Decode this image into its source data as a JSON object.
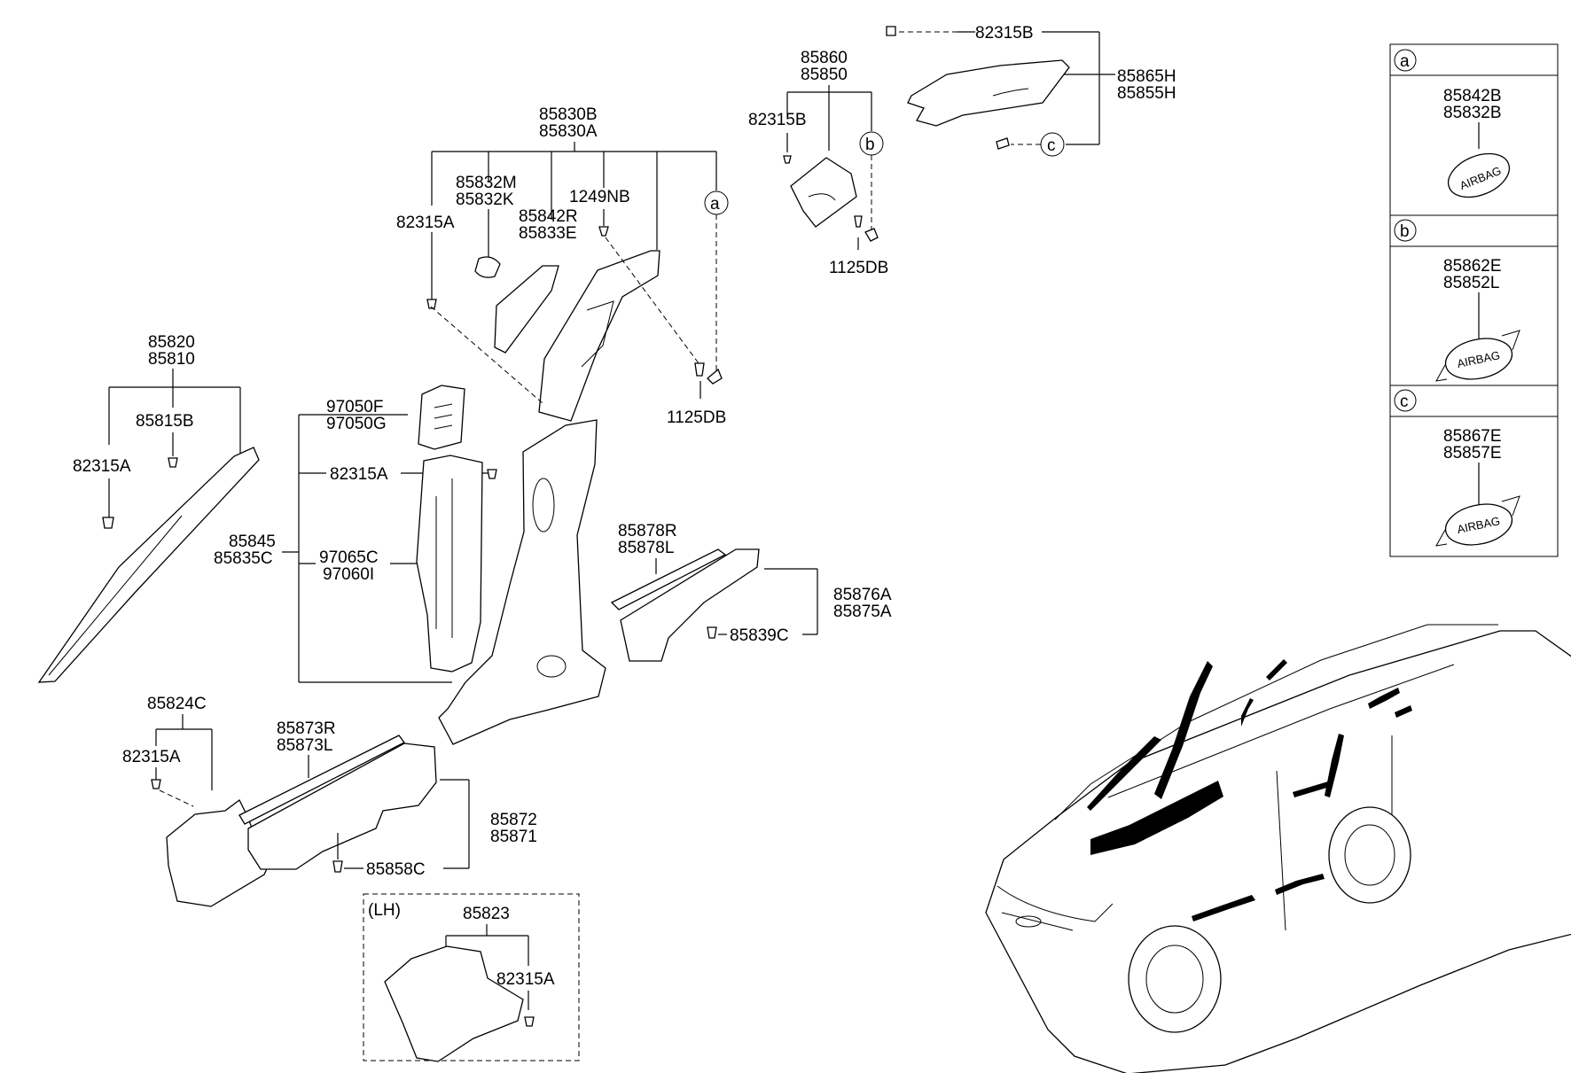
{
  "labels": {
    "p85830B": "85830B",
    "p85830A": "85830A",
    "p85832M": "85832M",
    "p85832K": "85832K",
    "p85842R": "85842R",
    "p85833E": "85833E",
    "p1249NB": "1249NB",
    "p82315A_top": "82315A",
    "p1125DB_top": "1125DB",
    "p85860": "85860",
    "p85850": "85850",
    "p82315B_mid": "82315B",
    "p1125DB_mid": "1125DB",
    "p82315B_top": "82315B",
    "p85865H": "85865H",
    "p85855H": "85855H",
    "p85820": "85820",
    "p85810": "85810",
    "p85815B": "85815B",
    "p82315A_left": "82315A",
    "p97050F": "97050F",
    "p97050G": "97050G",
    "p82315A_mid": "82315A",
    "p85845": "85845",
    "p85835C": "85835C",
    "p97065C": "97065C",
    "p97060I": "97060I",
    "p85878R": "85878R",
    "p85878L": "85878L",
    "p85876A": "85876A",
    "p85875A": "85875A",
    "p85839C": "85839C",
    "p85824C": "85824C",
    "p82315A_low": "82315A",
    "p85873R": "85873R",
    "p85873L": "85873L",
    "p85872": "85872",
    "p85871": "85871",
    "p85858C": "85858C",
    "lh": "(LH)",
    "p85823": "85823",
    "p82315A_lh": "82315A"
  },
  "callouts": {
    "a": "a",
    "b": "b",
    "c": "c"
  },
  "inset": {
    "a": {
      "tag": "a",
      "l1": "85842B",
      "l2": "85832B"
    },
    "b": {
      "tag": "b",
      "l1": "85862E",
      "l2": "85852L"
    },
    "c": {
      "tag": "c",
      "l1": "85867E",
      "l2": "85857E"
    },
    "badge_text": "AIRBAG"
  }
}
